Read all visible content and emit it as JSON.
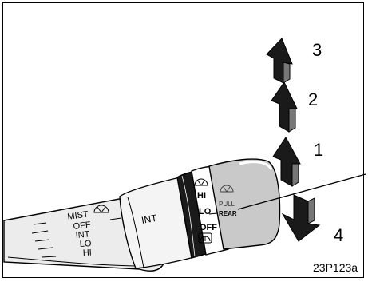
{
  "labels": {
    "step1": "1",
    "step2": "2",
    "step3": "3",
    "step4": "4",
    "code": "23P123a"
  },
  "stalk": {
    "outer_modes": [
      "MIST",
      "OFF",
      "INT",
      "LO",
      "HI"
    ],
    "inner_ring": "INT",
    "knob_modes": [
      "HI",
      "LO",
      "OFF"
    ],
    "cap_pull": "PULL",
    "cap_rear": "REAR"
  },
  "icons": {
    "wiper_mist": "wiper-icon",
    "wiper_knob_top": "wiper-icon",
    "wiper_knob_bottom": "washer-icon",
    "wiper_cap": "rear-wiper-icon"
  }
}
